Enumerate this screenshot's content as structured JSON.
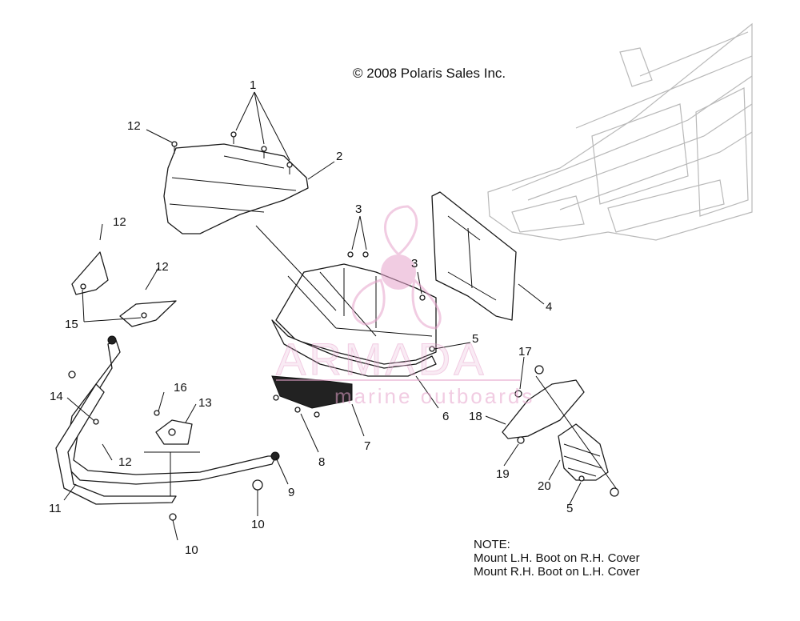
{
  "copyright": "© 2008 Polaris Sales Inc.",
  "watermark": {
    "brand": "ARMADA",
    "tagline": "marine outboards",
    "color": "#e6a3cc"
  },
  "note": {
    "heading": "NOTE:",
    "line1": "Mount L.H. Boot on R.H. Cover",
    "line2": "Mount R.H. Boot on L.H. Cover"
  },
  "callouts": {
    "c1": "1",
    "c2": "2",
    "c3a": "3",
    "c3b": "3",
    "c4": "4",
    "c5a": "5",
    "c5b": "5",
    "c6": "6",
    "c7": "7",
    "c8": "8",
    "c9": "9",
    "c10a": "10",
    "c10b": "10",
    "c11": "11",
    "c12a": "12",
    "c12b": "12",
    "c12c": "12",
    "c12d": "12",
    "c13": "13",
    "c14": "14",
    "c15": "15",
    "c16": "16",
    "c17": "17",
    "c18": "18",
    "c19": "19",
    "c20": "20"
  }
}
